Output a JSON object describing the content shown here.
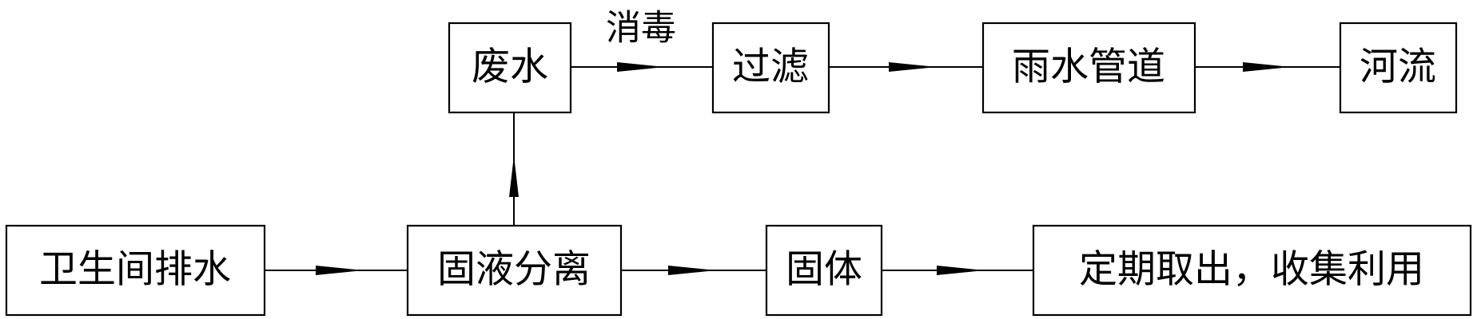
{
  "diagram": {
    "nodes": {
      "wastewater": {
        "label": "废水"
      },
      "filtration": {
        "label": "过滤"
      },
      "storm_pipe": {
        "label": "雨水管道"
      },
      "river": {
        "label": "河流"
      },
      "toilet_drain": {
        "label": "卫生间排水"
      },
      "separation": {
        "label": "固液分离"
      },
      "solid": {
        "label": "固体"
      },
      "collect": {
        "label": "定期取出，收集利用"
      }
    },
    "edges": {
      "disinfection": {
        "label": "消毒"
      }
    }
  },
  "colors": {
    "stroke": "#000000",
    "background": "#ffffff"
  }
}
